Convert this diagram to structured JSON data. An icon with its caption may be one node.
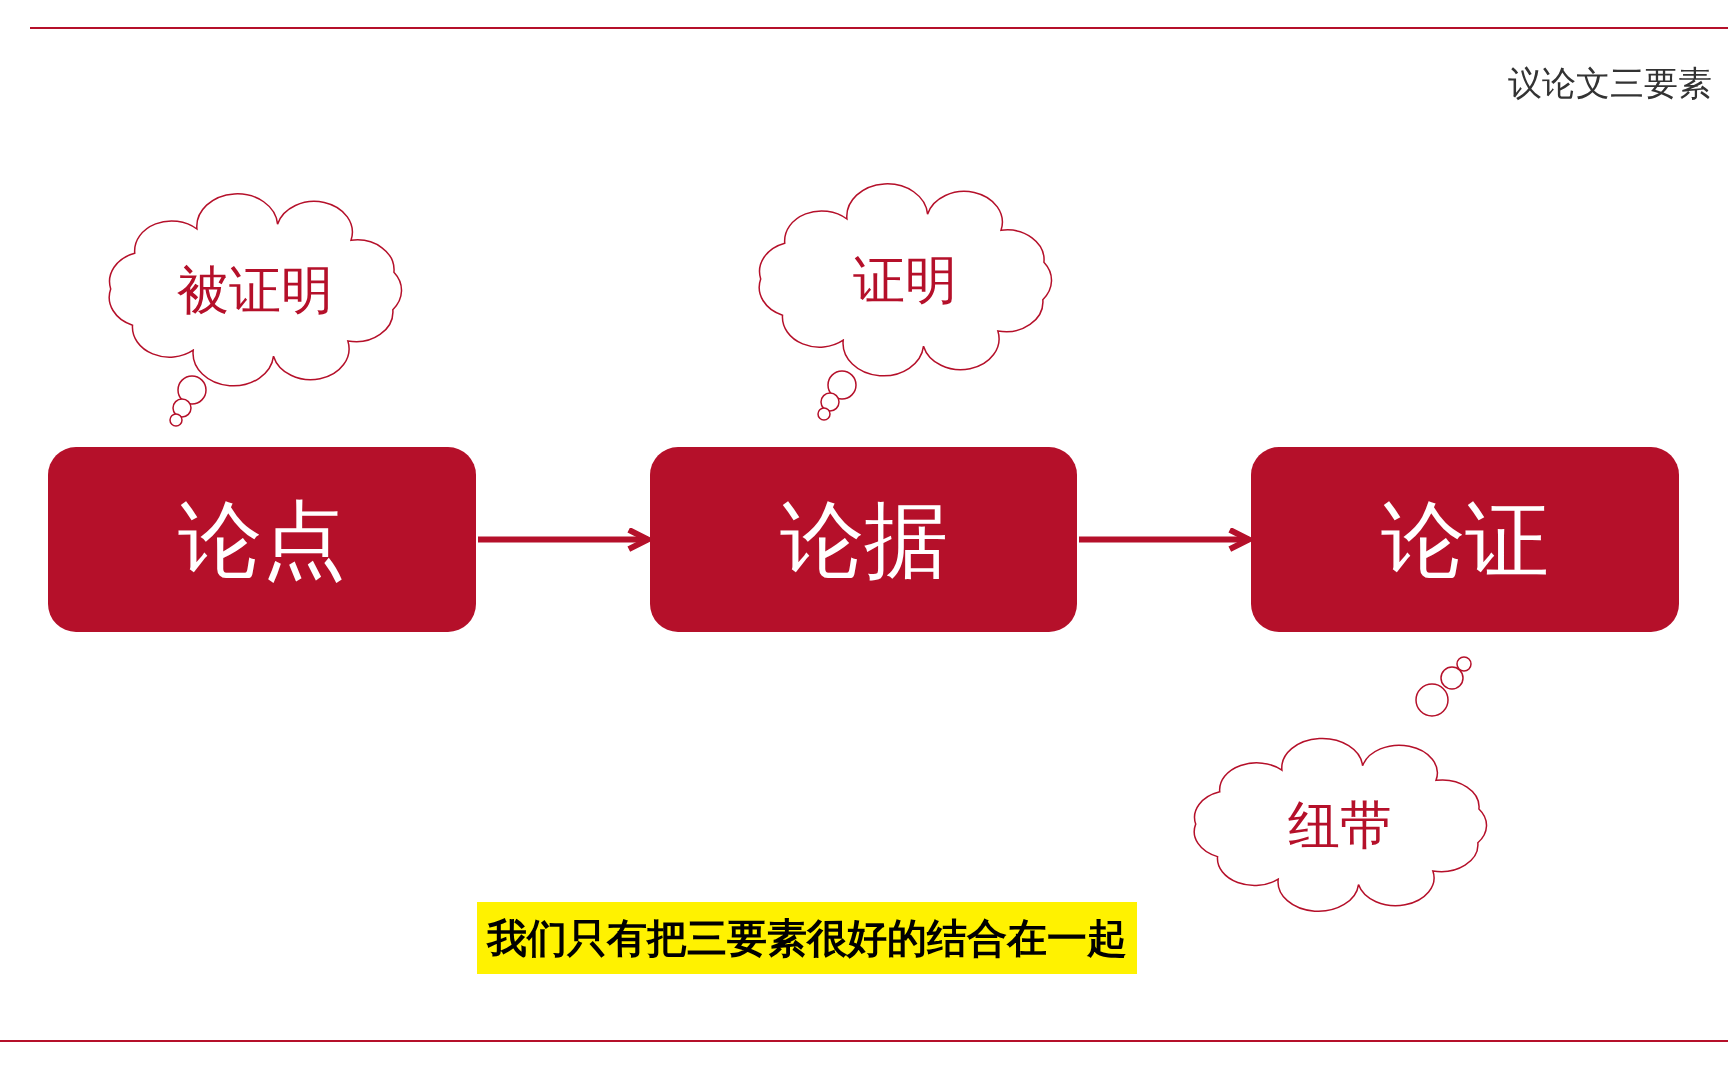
{
  "diagram": {
    "title": "议论文三要素",
    "nodes": [
      {
        "text": [
          "被证明"
        ]
      },
      {
        "text": [
          "证明"
        ]
      },
      {
        "text": [
          "论点"
        ]
      },
      {
        "text": [
          "论据"
        ]
      },
      {
        "text": [
          "论证"
        ]
      },
      {
        "text": [
          "纽带"
        ]
      }
    ],
    "edges": [
      {
        "from": 2,
        "to": 3,
        "arrow": "to"
      },
      {
        "from": 3,
        "to": 4,
        "arrow": "to"
      }
    ],
    "labels": [
      "我们只有把三要素很好的结合在一起"
    ]
  }
}
